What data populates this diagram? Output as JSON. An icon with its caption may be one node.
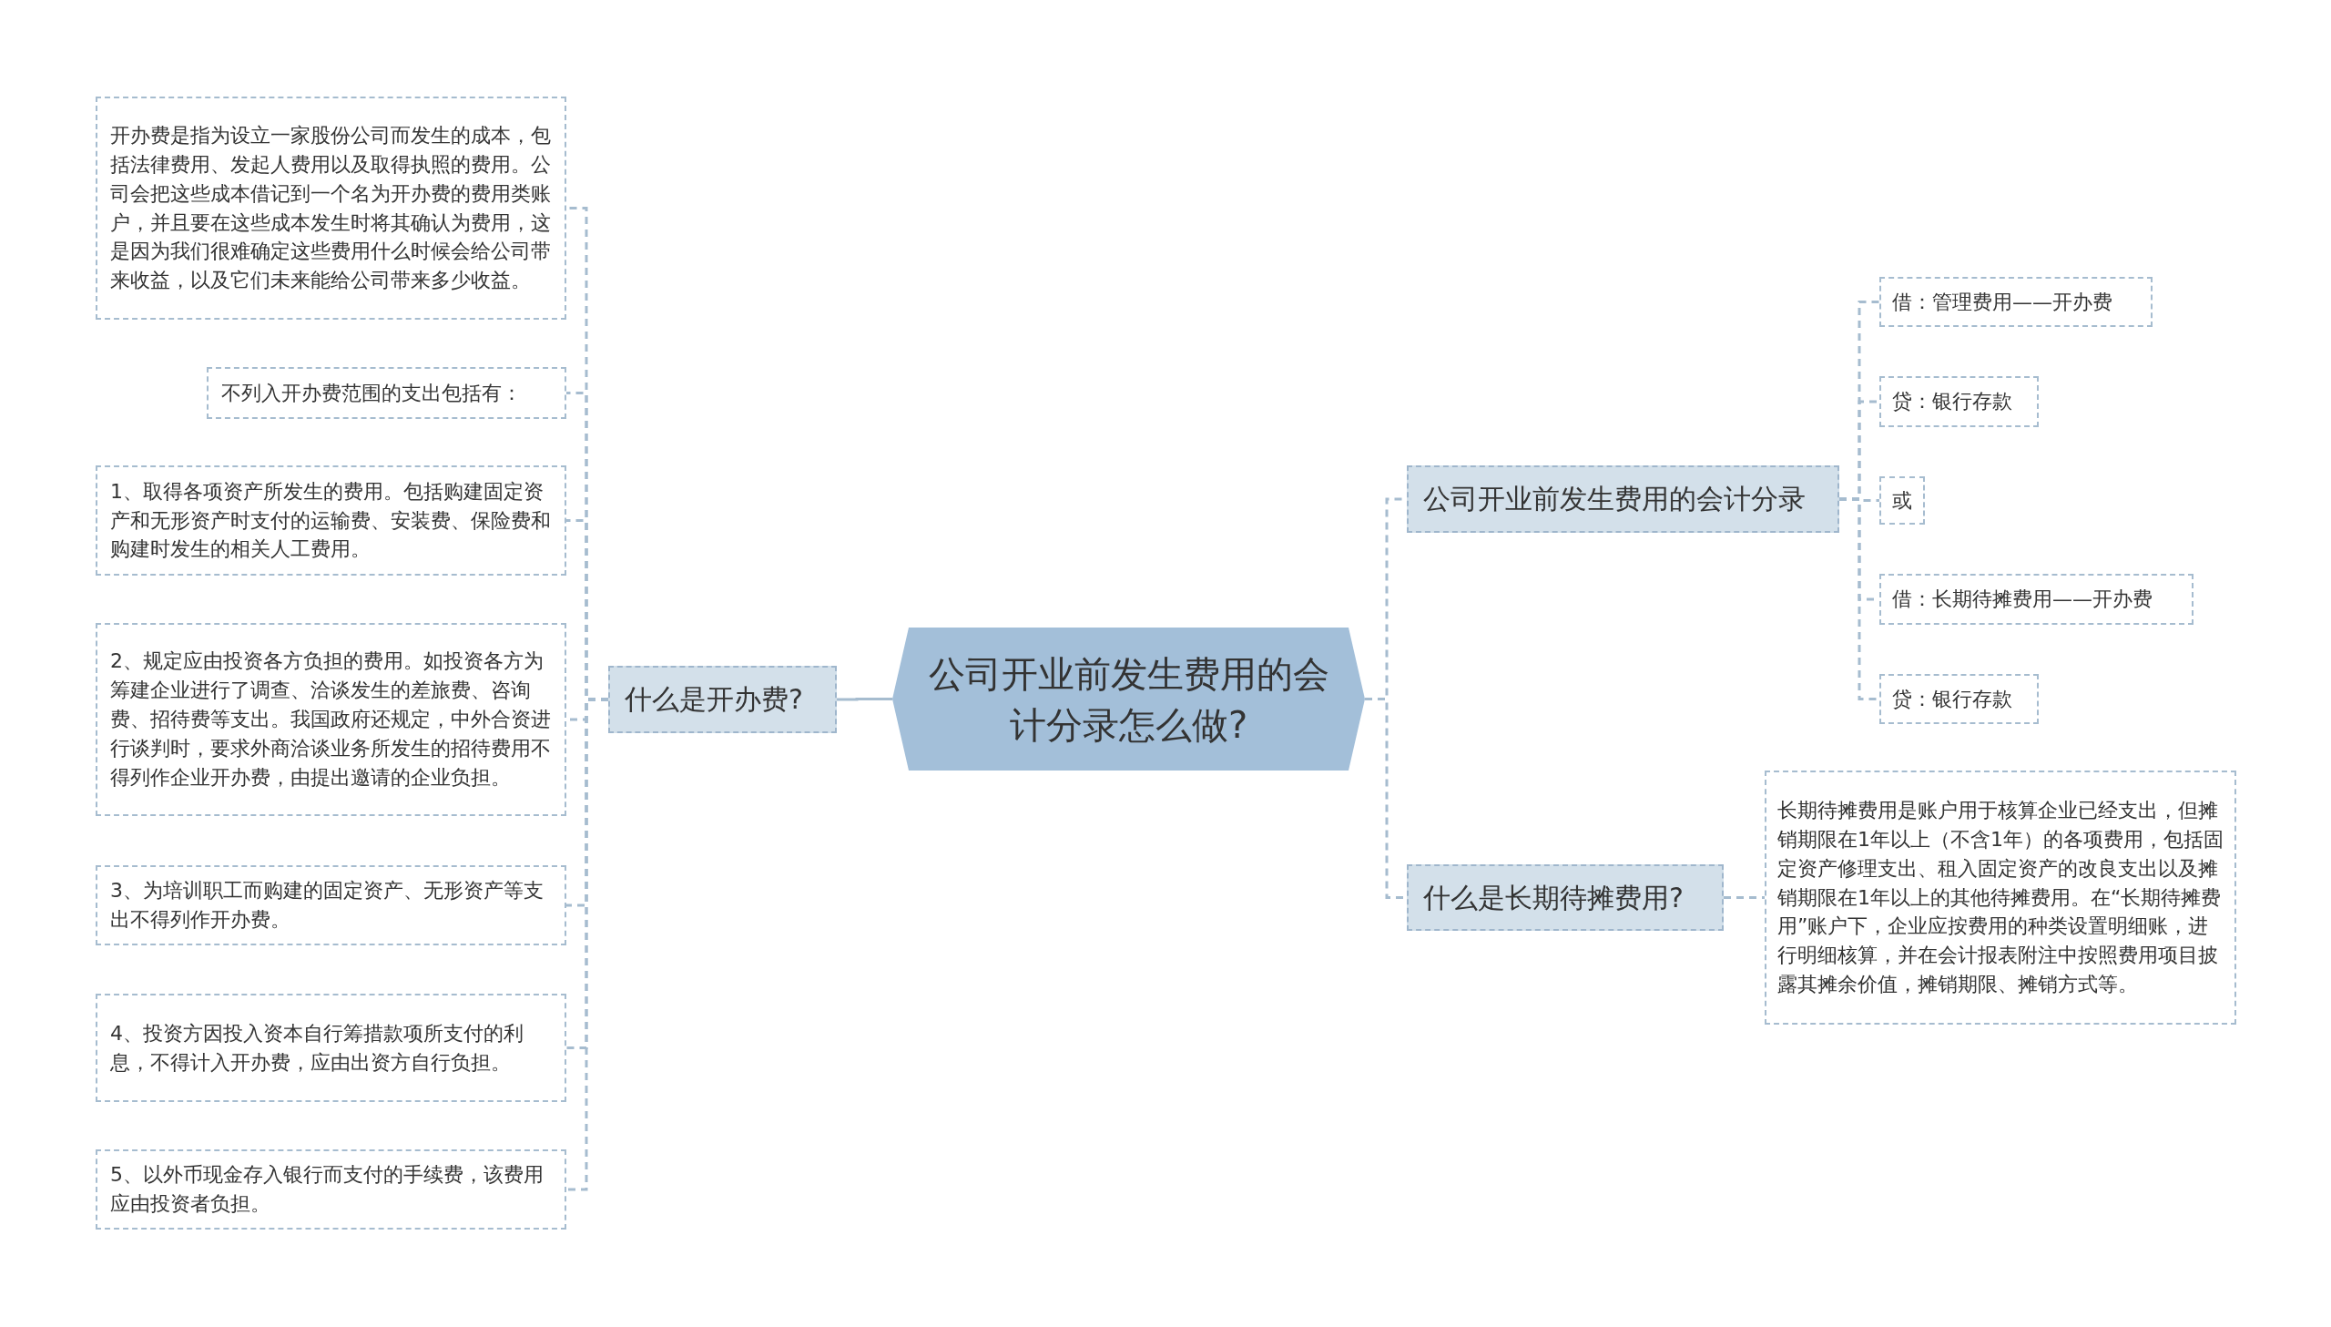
{
  "diagram": {
    "nodes": [
      {
        "text": [
          "公司开业前发生费用的会计分录怎么做?"
        ]
      },
      {
        "text": [
          "什么是开办费?"
        ]
      },
      {
        "text": [
          "开办费是指为设立一家股份公司而发生的成本，包括法律费用、发起人费用以及取得执照的费用。公司会把这些成本借记到一个名为开办费的费用类账户，并且要在这些成本发生时将其确认为费用，这是因为我们很难确定这些费用什么时候会给公司带来收益，以及它们未来能给公司带来多少收益。"
        ]
      },
      {
        "text": [
          "不列入开办费范围的支出包括有："
        ]
      },
      {
        "text": [
          "1、取得各项资产所发生的费用。包括购建固定资产和无形资产时支付的运输费、安装费、保险费和购建时发生的相关人工费用。"
        ]
      },
      {
        "text": [
          "2、规定应由投资各方负担的费用。如投资各方为筹建企业进行了调查、洽谈发生的差旅费、咨询费、招待费等支出。我国政府还规定，中外合资进行谈判时，要求外商洽谈业务所发生的招待费用不得列作企业开办费，由提出邀请的企业负担。"
        ]
      },
      {
        "text": [
          "3、为培训职工而购建的固定资产、无形资产等支出不得列作开办费。"
        ]
      },
      {
        "text": [
          "4、投资方因投入资本自行筹措款项所支付的利息，不得计入开办费，应由出资方自行负担。"
        ]
      },
      {
        "text": [
          "5、以外币现金存入银行而支付的手续费，该费用应由投资者负担。"
        ]
      },
      {
        "text": [
          "公司开业前发生费用的会计分录"
        ]
      },
      {
        "text": [
          "借：管理费用——开办费"
        ]
      },
      {
        "text": [
          "贷：银行存款"
        ]
      },
      {
        "text": [
          "或"
        ]
      },
      {
        "text": [
          "借：长期待摊费用——开办费"
        ]
      },
      {
        "text": [
          "贷：银行存款"
        ]
      },
      {
        "text": [
          "什么是长期待摊费用?"
        ]
      },
      {
        "text": [
          "长期待摊费用是账户用于核算企业已经支出，但摊销期限在1年以上（不含1年）的各项费用，包括固定资产修理支出、租入固定资产的改良支出以及摊销期限在1年以上的其他待摊费用。在“长期待摊费用”账户下，企业应按费用的种类设置明细账，进行明细核算，并在会计报表附注中按照费用项目披露其摊余价值，摊销期限、摊销方式等。"
        ]
      }
    ],
    "edges": [
      {
        "from": 0,
        "to": 1,
        "arrow": "none"
      },
      {
        "from": 1,
        "to": 2,
        "arrow": "none",
        "style": "dashed"
      },
      {
        "from": 1,
        "to": 3,
        "arrow": "none",
        "style": "dashed"
      },
      {
        "from": 1,
        "to": 4,
        "arrow": "none",
        "style": "dashed"
      },
      {
        "from": 1,
        "to": 5,
        "arrow": "none",
        "style": "dashed"
      },
      {
        "from": 1,
        "to": 6,
        "arrow": "none",
        "style": "dashed"
      },
      {
        "from": 1,
        "to": 7,
        "arrow": "none",
        "style": "dashed"
      },
      {
        "from": 1,
        "to": 8,
        "arrow": "none",
        "style": "dashed"
      },
      {
        "from": 0,
        "to": 9,
        "arrow": "none",
        "style": "dashed"
      },
      {
        "from": 9,
        "to": 10,
        "arrow": "none",
        "style": "dashed"
      },
      {
        "from": 9,
        "to": 11,
        "arrow": "none",
        "style": "dashed"
      },
      {
        "from": 9,
        "to": 12,
        "arrow": "none",
        "style": "dashed"
      },
      {
        "from": 9,
        "to": 13,
        "arrow": "none",
        "style": "dashed"
      },
      {
        "from": 9,
        "to": 14,
        "arrow": "none",
        "style": "dashed"
      },
      {
        "from": 0,
        "to": 15,
        "arrow": "none",
        "style": "dashed"
      },
      {
        "from": 15,
        "to": 16,
        "arrow": "none",
        "style": "dashed"
      }
    ]
  }
}
